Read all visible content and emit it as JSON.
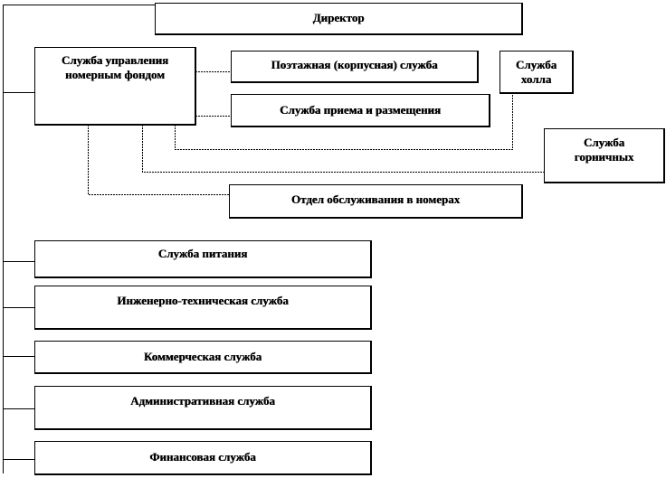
{
  "diagram": {
    "director": "Директор",
    "room_management": "Служба управления номерным фондом",
    "floor_service": "Поэтажная (корпусная) служба",
    "reception": "Служба приема и размещения",
    "hall_service": "Служба холла",
    "maids_service": "Служба горничных",
    "room_service_dept": "Отдел обслуживания в номерах",
    "food_service": "Служба питания",
    "engineering": "Инженерно-техническая служба",
    "commercial": "Коммерческая служба",
    "administrative": "Административная служба",
    "financial": "Финансовая служба"
  }
}
